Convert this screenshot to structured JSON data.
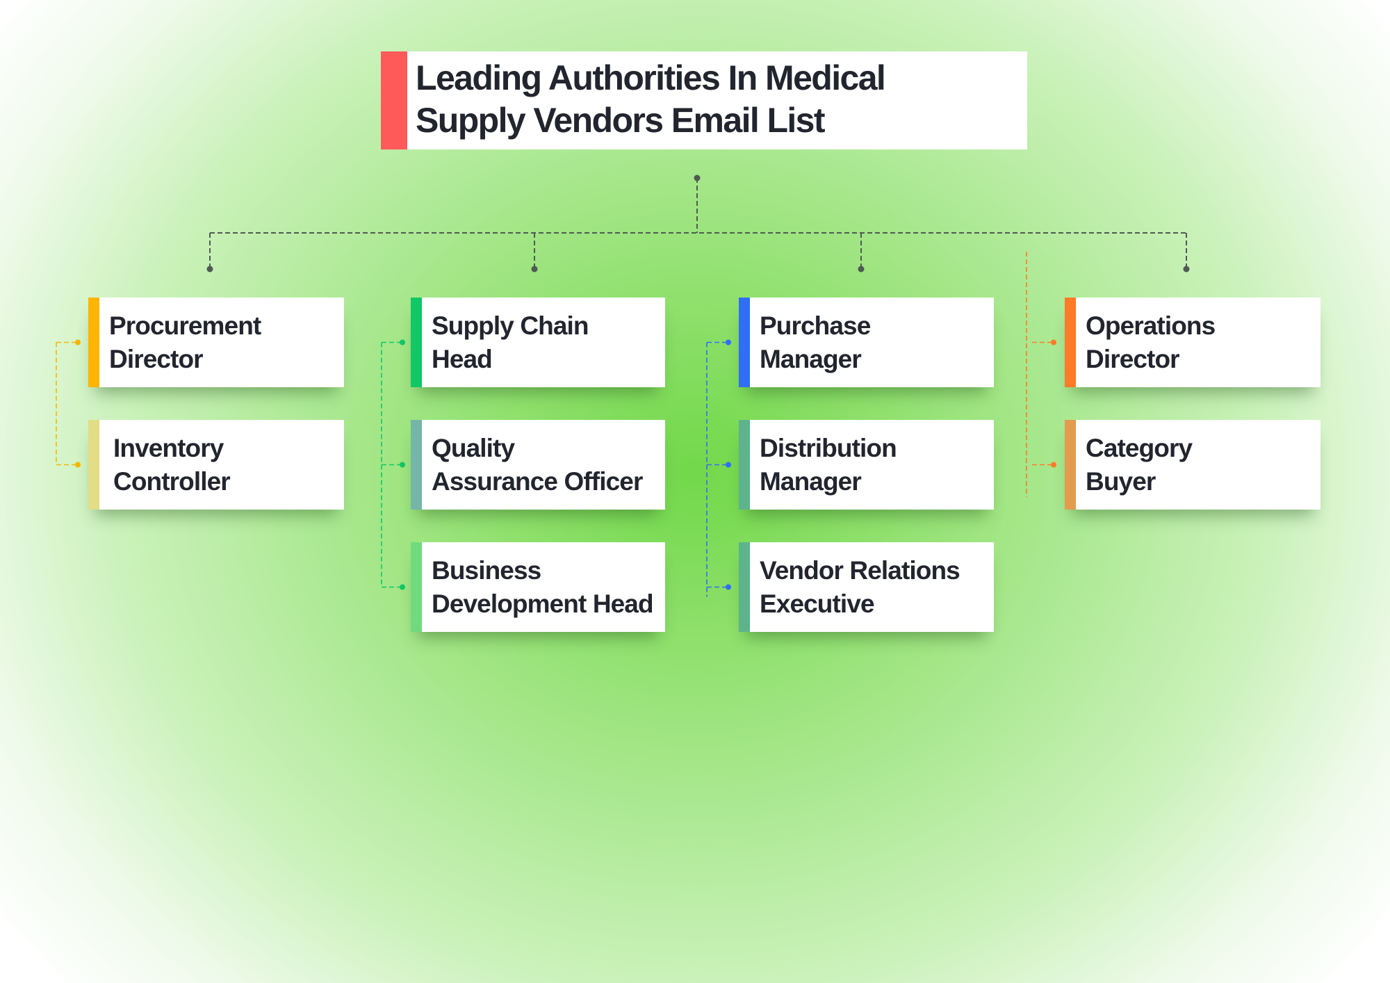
{
  "title": {
    "text": "Leading Authorities In Medical Supply Vendors Email List",
    "accent_color": "#ff5a5a"
  },
  "connector_color": "#4f5a52",
  "columns": [
    {
      "id": "procurement",
      "line_color": "#f5b800",
      "cards": [
        {
          "label": "Procurement Director",
          "color": "#ffb400"
        },
        {
          "label": "Inventory Controller",
          "color": "#e2dd86"
        }
      ]
    },
    {
      "id": "supply-chain",
      "line_color": "#12c765",
      "cards": [
        {
          "label": "Supply Chain Head",
          "color": "#12c765"
        },
        {
          "label": "Quality Assurance Officer",
          "color": "#74b6a8"
        },
        {
          "label": "Business Development Head",
          "color": "#6fdb7e"
        }
      ]
    },
    {
      "id": "purchase",
      "line_color": "#2f6ef5",
      "cards": [
        {
          "label": "Purchase Manager",
          "color": "#2f6ef5"
        },
        {
          "label": "Distribution Manager",
          "color": "#5db38b"
        },
        {
          "label": "Vendor Relations Executive",
          "color": "#5db38b"
        }
      ]
    },
    {
      "id": "operations",
      "line_color": "#ff7a29",
      "cards": [
        {
          "label": "Operations Director",
          "color": "#ff7a29"
        },
        {
          "label": "Category Buyer",
          "color": "#e39b4e"
        }
      ]
    }
  ]
}
